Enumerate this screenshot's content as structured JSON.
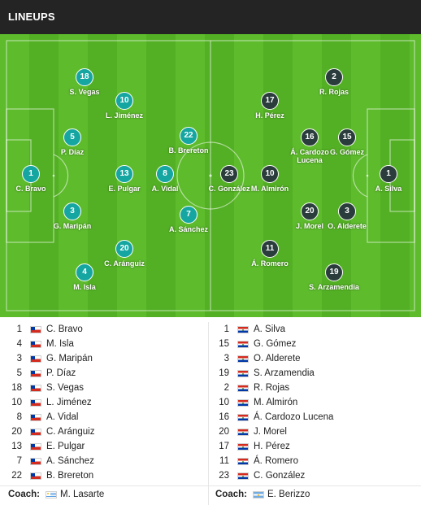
{
  "header": {
    "title": "LINEUPS"
  },
  "colors": {
    "home_disc": "#16a6a2",
    "away_disc": "#2a3d3c",
    "pitch_light": "#5dbb2c",
    "pitch_dark": "#53b024"
  },
  "pitch": {
    "home": [
      {
        "num": "1",
        "name": "C. Bravo"
      },
      {
        "num": "18",
        "name": "S. Vegas"
      },
      {
        "num": "5",
        "name": "P. Díaz"
      },
      {
        "num": "3",
        "name": "G. Maripán"
      },
      {
        "num": "4",
        "name": "M. Isla"
      },
      {
        "num": "10",
        "name": "L. Jiménez"
      },
      {
        "num": "13",
        "name": "E. Pulgar"
      },
      {
        "num": "20",
        "name": "C. Aránguiz"
      },
      {
        "num": "22",
        "name": "B. Brereton"
      },
      {
        "num": "8",
        "name": "A. Vidal"
      },
      {
        "num": "7",
        "name": "A. Sánchez"
      }
    ],
    "away": [
      {
        "num": "23",
        "name": "C. González"
      },
      {
        "num": "17",
        "name": "H. Pérez"
      },
      {
        "num": "10",
        "name": "M. Almirón"
      },
      {
        "num": "11",
        "name": "Á. Romero"
      },
      {
        "num": "2",
        "name": "R. Rojas"
      },
      {
        "num": "16",
        "name": "Á. Cardozo Lucena"
      },
      {
        "num": "20",
        "name": "J. Morel"
      },
      {
        "num": "19",
        "name": "S. Arzamendia"
      },
      {
        "num": "15",
        "name": "G. Gómez"
      },
      {
        "num": "3",
        "name": "O. Alderete"
      },
      {
        "num": "1",
        "name": "A. Silva"
      }
    ]
  },
  "lists": {
    "home": [
      {
        "num": "1",
        "flag": "chile",
        "name": "C. Bravo"
      },
      {
        "num": "4",
        "flag": "chile",
        "name": "M. Isla"
      },
      {
        "num": "3",
        "flag": "chile",
        "name": "G. Maripán"
      },
      {
        "num": "5",
        "flag": "chile",
        "name": "P. Díaz"
      },
      {
        "num": "18",
        "flag": "chile",
        "name": "S. Vegas"
      },
      {
        "num": "10",
        "flag": "chile",
        "name": "L. Jiménez"
      },
      {
        "num": "8",
        "flag": "chile",
        "name": "A. Vidal"
      },
      {
        "num": "20",
        "flag": "chile",
        "name": "C. Aránguiz"
      },
      {
        "num": "13",
        "flag": "chile",
        "name": "E. Pulgar"
      },
      {
        "num": "7",
        "flag": "chile",
        "name": "A. Sánchez"
      },
      {
        "num": "22",
        "flag": "chile",
        "name": "B. Brereton"
      }
    ],
    "away": [
      {
        "num": "1",
        "flag": "paraguay",
        "name": "A. Silva"
      },
      {
        "num": "15",
        "flag": "paraguay",
        "name": "G. Gómez"
      },
      {
        "num": "3",
        "flag": "paraguay",
        "name": "O. Alderete"
      },
      {
        "num": "19",
        "flag": "paraguay",
        "name": "S. Arzamendia"
      },
      {
        "num": "2",
        "flag": "paraguay",
        "name": "R. Rojas"
      },
      {
        "num": "10",
        "flag": "paraguay",
        "name": "M. Almirón"
      },
      {
        "num": "16",
        "flag": "paraguay",
        "name": "Á. Cardozo Lucena"
      },
      {
        "num": "20",
        "flag": "paraguay",
        "name": "J. Morel"
      },
      {
        "num": "17",
        "flag": "paraguay",
        "name": "H. Pérez"
      },
      {
        "num": "11",
        "flag": "paraguay",
        "name": "Á. Romero"
      },
      {
        "num": "23",
        "flag": "paraguay",
        "name": "C. González"
      }
    ]
  },
  "coaches": {
    "label": "Coach:",
    "home": {
      "flag": "uruguay",
      "name": "M. Lasarte"
    },
    "away": {
      "flag": "argentina",
      "name": "E. Berizzo"
    }
  }
}
